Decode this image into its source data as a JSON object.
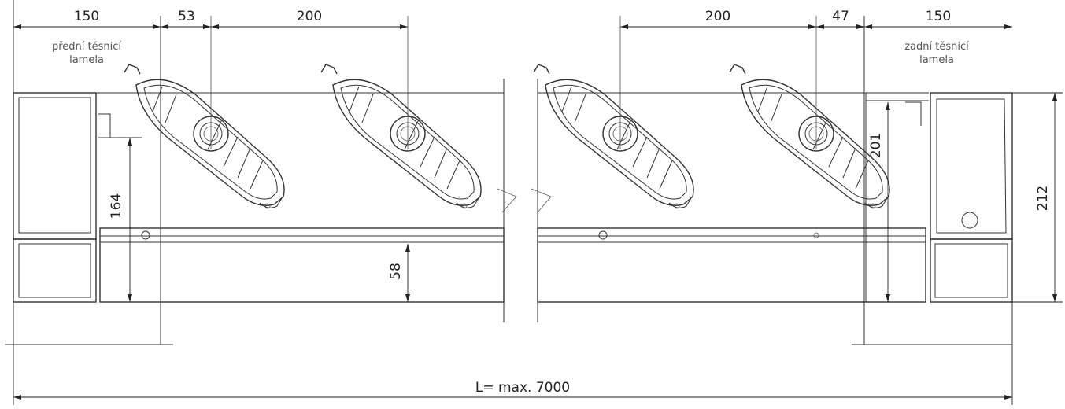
{
  "dimensions": {
    "front_lamella_width": "150",
    "front_offset": "53",
    "pitch_left": "200",
    "pitch_right": "200",
    "rear_offset": "47",
    "rear_lamella_width": "150",
    "left_height": "164",
    "rail_height": "58",
    "right_inner_height": "201",
    "total_height": "212",
    "total_length": "L= max. 7000"
  },
  "labels": {
    "front_line1": "přední těsnicí",
    "front_line2": "lamela",
    "rear_line1": "zadní těsnicí",
    "rear_line2": "lamela"
  },
  "colors": {
    "line": "#333333",
    "text": "#222222",
    "note": "#555555"
  }
}
